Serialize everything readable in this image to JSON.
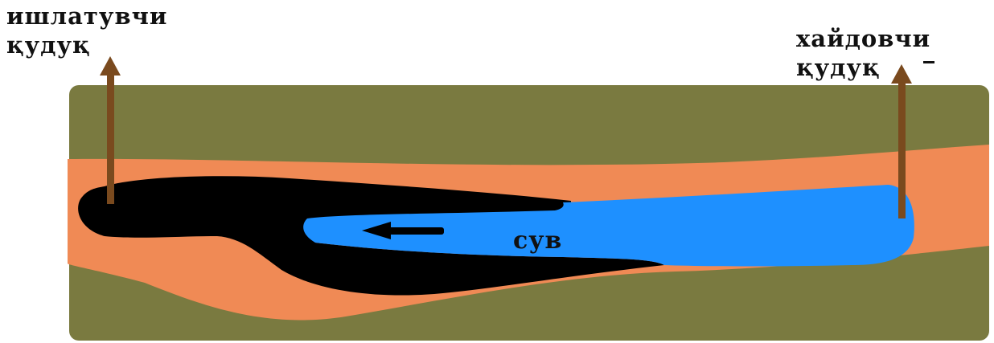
{
  "labels": {
    "injection_well": {
      "line1": "ишлатувчи",
      "line2": "қудуқ"
    },
    "production_well": {
      "line1": "хайдовчи",
      "line2": "қудуқ"
    },
    "water": "сув"
  },
  "colors": {
    "ground": "#7a7a40",
    "sand_layer": "#f08a55",
    "oil": "#000000",
    "water": "#1e90ff",
    "well_pipe": "#7a4a1e",
    "text": "#111111"
  },
  "icons": {
    "flow_direction": "arrow-left-icon",
    "well_up_arrow": "arrow-up-icon"
  }
}
